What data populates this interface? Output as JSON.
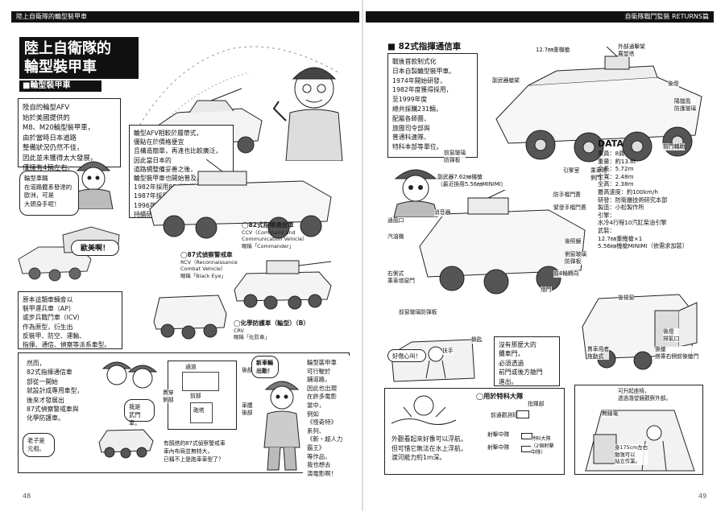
{
  "left_page": {
    "header": "陸上自衛隊的輪型裝甲車",
    "title": "陸上自衛隊的\n輪型裝甲車",
    "subtitle": "■輪型裝甲車",
    "intro_text": "陸自的輪型AFV\n始於美國提供的\nM8、M20輪型裝甲車，\n由於當時日本道路\n整備狀況仍然不佳，\n因此並未獲得太大發展，\n僅擁有4輛左右。",
    "bubble_europe": "輪型車輛\n在道路體系發達的\n歐洲，可是\n大頭身手呢！",
    "bubble_oumei": "歐美啊！",
    "mid_text": "輪型AFV相較於履帶式，\n優點在於價格便宜\n且構造簡單，再逢也比較廣泛，\n因此當日本的\n道路網整備妥善之後，\n輪型裝甲車也開始普及。\n1982年採用82式指揮通信車，\n1987年採用87式偵察警戒車，\n1996年採用96式輪型裝甲車，\n持續研發中。",
    "cap_82": {
      "title": "◯82式指揮通信車",
      "line1": "CCV（Command and",
      "line2": "Communication Vehicle）",
      "line3": "暱稱「Commander」"
    },
    "cap_87": {
      "title": "◯87式偵察警戒車",
      "line1": "RCV（Reconnaissance",
      "line2": "Combat Vehicle）",
      "line3": "暱稱「Black Eye」"
    },
    "cap_chem": {
      "title": "◯化學防護車（輪型）（B）",
      "line1": "CRV",
      "line2": "暱稱「化防車」"
    },
    "roles_text": "原本這類車輛會以\n裝甲運兵車（AP）\n或步兵戰鬥車（ICV）\n作為原型，衍生出\n反裝甲、防空、運輸、\n指揮、通信、偵察等派系車型。",
    "bubble_anyway": "然而，\n82式指揮通信車\n部從一開始\n就設計成專用車型，\n後來才發展出\n87式偵察警戒車與\n化學防護車。",
    "bubble_sad": "我是\n武門車。",
    "bubble_old": "老子是\n元祖。",
    "bubble_new_car": "新車輛\n出動！",
    "text_movie": "輪型裝甲車\n可行駛於\n鋪道路，\n因此也出現\n在許多電影\n當中，\n例如\n《怪奇特》\n系列、\n《新・超人力霸王》\n等作品，\n我也想去\n演電影啊！",
    "diagram": {
      "front": "前部",
      "inner": "通過",
      "rear_label": "後部",
      "side": "貫穿\n側部",
      "gun": "砲塔",
      "turret_rear": "車體\n後部",
      "caption": "有顏搭的87式偵察警戒車\n車內布局並無特大，\n已稱不上是跑車車型了？"
    },
    "page_number": "48"
  },
  "right_page": {
    "header": "自衛隊戰鬥監裝 RETURNS篇",
    "section_title": "■ 82式指揮通信車",
    "history_text": "戰後首款制式化\n日本自製輪型裝甲車。\n1974年開始研發，\n1982年度獲得採用，\n至1999年度\n總共採購231輛，\n配屬各師團、\n旅團司令部與\n普通科連隊、\n特科本部等單位。",
    "labels_top": {
      "mg": "12.7㎜重機槍",
      "hatch_outer": "外部通擊架\n展望塔",
      "antenna": "副武器艙架",
      "rear_light": "後燈",
      "guard": "陽擋風\n防護玻璃",
      "side_hatch": "乘車用\n側門",
      "step": "引擎室",
      "wheels": "前門輔助",
      "driver_win": "前窗玻璃\n防彈板"
    },
    "data_title": "DATA",
    "specs": [
      "乘員：8員",
      "重量：約13.6t",
      "全長：5.72m",
      "全寬：2.48m",
      "全高：2.38m",
      "最高速度：約100km/h",
      "研發：防衛廳技術研究本部",
      "製造：小松製作所",
      "引擎：",
      "水冷4行程10汽缸柴油引擎",
      "武裝：",
      "12.7㎜重機槍×1",
      "5.56㎜機槍MINIMI（依需求加裝）"
    ],
    "labels_mid": {
      "sub_weapon": "副武器7.62㎜機槍\n（最近換用5.56㎜MINIMI）",
      "smoke": "防手榴門蓋",
      "rear_door": "緊發手榴門蓋",
      "vent": "通風口",
      "muffler": "汽油機",
      "bottom_light": "消音器",
      "right_hatch": "右側式\n乘車增窗門",
      "rear_gate": "後照鏡",
      "side_guard": "側窗玻璃\n防彈板",
      "front_wheel": "前4輪轉向",
      "exhaust": "燈門",
      "front_glass": "前窗玻璃防彈板",
      "inside": "後視窗",
      "rear_ramp": "後燈\n排氣口",
      "back_door": "貫車用者\n拖動式",
      "back_entry": "後艙\n搭乘右側前後艙門"
    },
    "bubble_trouble": "好傷心叫！",
    "bubble_hand": "扶手",
    "bubble_lock": "鎖匙",
    "note_door": "沒有那麼大的\n攤車門，\n必須透過\n前門或後方艙門\n進出。",
    "swim_title": "◯用於特科大隊",
    "swim_text": "外觀看起來好像可以浮航，\n但可惜它無法在水上浮航，\n渡河能力約1m深。",
    "swim_labels": {
      "infantry": "指揮部",
      "top": "前通觀測班",
      "fire1": "射擊中隊",
      "fire2": "射擊中隊",
      "hq": "特科大隊\n（2個射擊\n中隊）"
    },
    "interior_note": "可升起座椅，\n透過潛望鏡觀察外部。",
    "interior_labels": {
      "seat": "無線電",
      "person": "身175cm左右\n勉強可以\n站立作業。"
    },
    "page_number": "49"
  }
}
